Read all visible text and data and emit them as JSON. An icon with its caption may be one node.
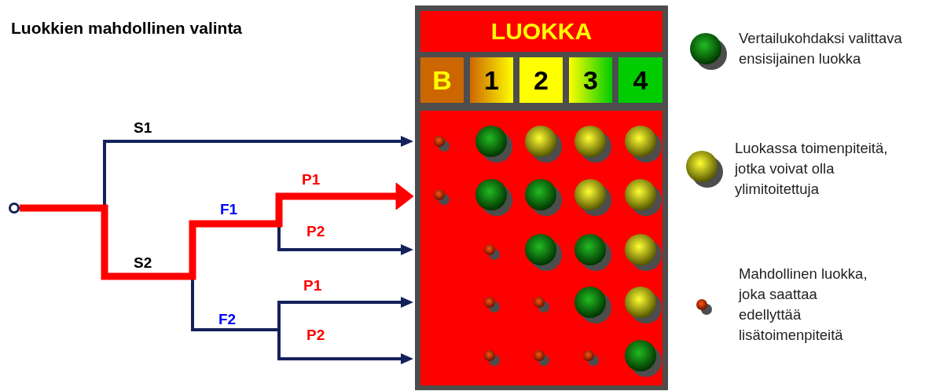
{
  "diagram": {
    "title": "Luokkien mahdollinen valinta",
    "nodes": [
      {
        "text": [],
        "shape": "circle"
      },
      {
        "text": [],
        "shape": "box"
      },
      {
        "text": [
          "LUOKKA"
        ],
        "in": 1
      },
      {
        "text": [
          "B"
        ],
        "in": 1
      },
      {
        "text": [
          "1"
        ],
        "in": 1
      },
      {
        "text": [
          "2"
        ],
        "in": 1
      },
      {
        "text": [
          "3"
        ],
        "in": 1
      },
      {
        "text": [
          "4"
        ],
        "in": 1
      }
    ],
    "edges": [
      {
        "from": 0,
        "to": 1,
        "arrow": "to",
        "label": "S1"
      },
      {
        "from": 0,
        "to": 1,
        "arrow": "to",
        "label": "P1",
        "style": "thick",
        "color": "#ff0000"
      },
      {
        "from": 0,
        "to": 1,
        "arrow": "to",
        "label": "P2"
      },
      {
        "from": 0,
        "to": 1,
        "arrow": "to",
        "label": "P1"
      },
      {
        "from": 0,
        "to": 1,
        "arrow": "to",
        "label": "P2"
      }
    ],
    "labels": [
      "S2",
      "F1",
      "F2"
    ],
    "legend": [
      {
        "text": "Vertailukohdaksi valittava ensisijainen luokka"
      },
      {
        "text": "Luokassa toimenpiteitä, jotka voivat olla ylimitoitettuja"
      },
      {
        "text": "Mahdollinen luokka, joka saattaa edellyttää lisätoimenpiteitä"
      }
    ]
  }
}
